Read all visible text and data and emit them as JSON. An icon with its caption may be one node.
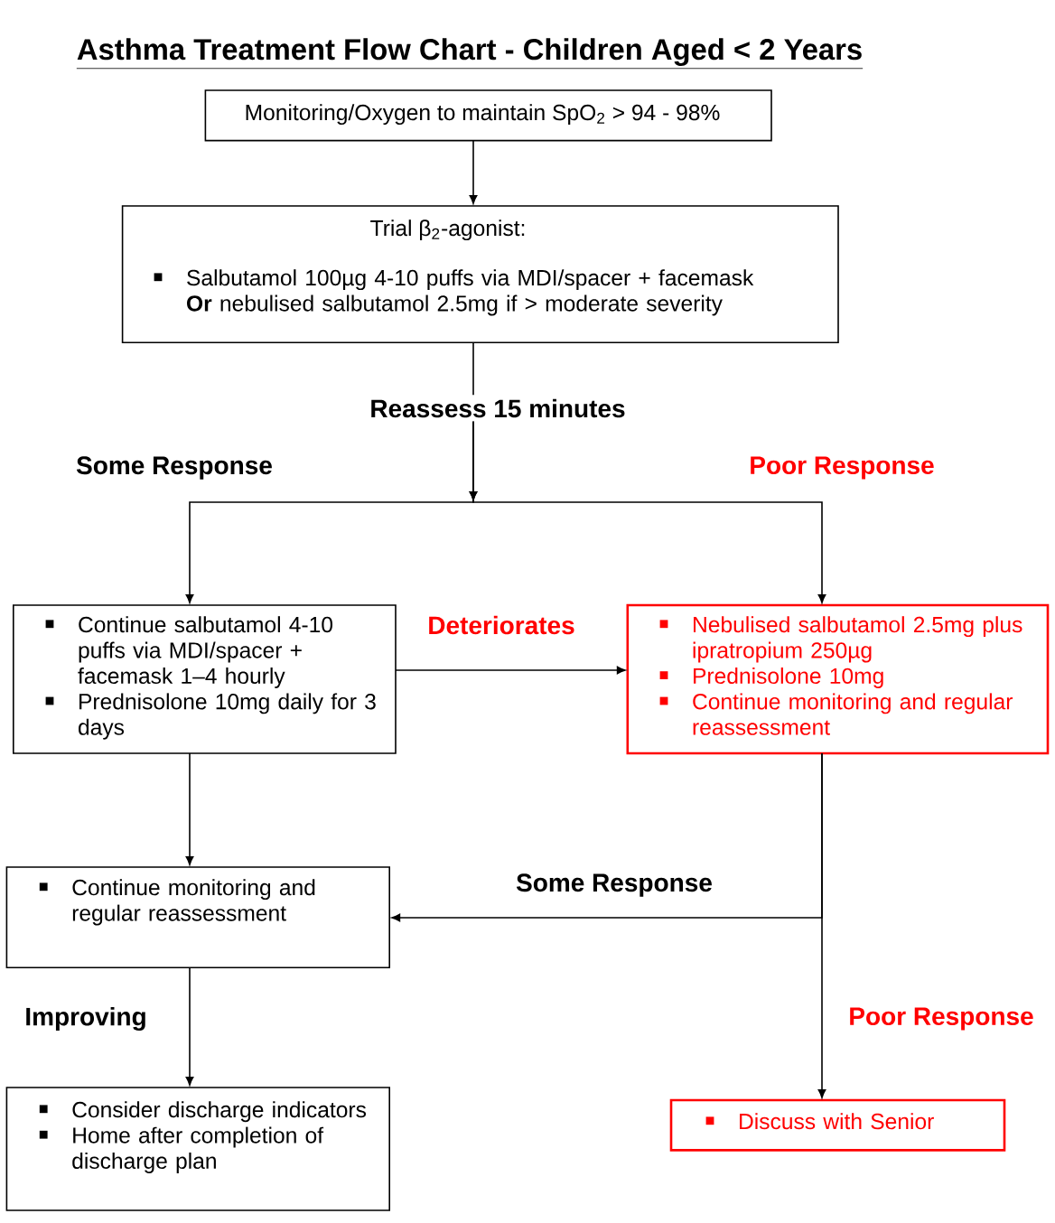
{
  "diagram": {
    "title": "Asthma Treatment Flow Chart - Children Aged < 2 Years",
    "nodes": [
      {
        "text": [
          "Monitoring/Oxygen to maintain SpO$_{2}$ > 94 - 98%"
        ]
      },
      {
        "text": [
          "Trial β$_{2}$-agonist:",
          "Salbutamol 100µg 4-10 puffs via MDI/spacer + facemask **Or** nebulised salbutamol 2.5mg if > moderate severity"
        ]
      },
      {
        "text": [
          "Reassess 15 minutes"
        ]
      },
      {
        "text": [
          "Continue salbutamol 4-10 puffs via MDI/spacer + facemask 1–4 hourly",
          "Prednisolone 10mg daily for 3 days"
        ]
      },
      {
        "text": [
          "Nebulised salbutamol 2.5mg plus ipratropium 250µg",
          "Prednisolone 10mg",
          "Continue monitoring and regular reassessment"
        ]
      },
      {
        "text": [
          "Continue monitoring and regular reassessment"
        ]
      },
      {
        "text": [
          "Consider discharge indicators",
          "Home after completion of discharge plan"
        ]
      },
      {
        "text": [
          "Discuss with Senior"
        ]
      }
    ],
    "edges": [
      {
        "from": 0,
        "to": 1,
        "arrow": "to"
      },
      {
        "from": 1,
        "to": 2,
        "arrow": "none"
      },
      {
        "from": 2,
        "to": 3,
        "arrow": "to",
        "label": "Some Response"
      },
      {
        "from": 2,
        "to": 4,
        "arrow": "to",
        "label": "Poor Response"
      },
      {
        "from": 3,
        "to": 4,
        "arrow": "to",
        "label": "Deteriorates"
      },
      {
        "from": 3,
        "to": 5,
        "arrow": "to"
      },
      {
        "from": 4,
        "to": 5,
        "arrow": "to",
        "label": "Some Response"
      },
      {
        "from": 5,
        "to": 6,
        "arrow": "to",
        "label": "Improving"
      },
      {
        "from": 4,
        "to": 7,
        "arrow": "to",
        "label": "Poor Response"
      }
    ]
  }
}
